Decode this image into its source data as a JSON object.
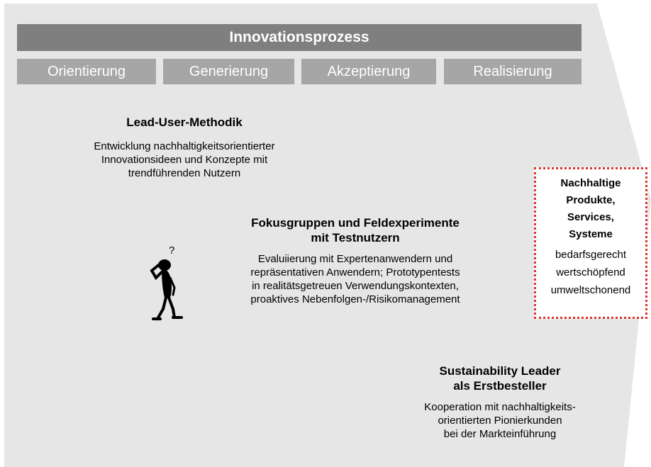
{
  "header": {
    "title": "Innovationsprozess"
  },
  "phases": [
    {
      "label": "Orientierung"
    },
    {
      "label": "Generierung"
    },
    {
      "label": "Akzeptierung"
    },
    {
      "label": "Realisierung"
    }
  ],
  "blocks": {
    "lead_user": {
      "title": "Lead-User-Methodik",
      "lines": [
        "Entwicklung nachhaltigkeitsorientierter",
        "Innovationsideen und Konzepte mit",
        "trendführenden Nutzern"
      ]
    },
    "focus_groups": {
      "title_lines": [
        "Fokusgruppen und Feldexperimente",
        "mit Testnutzern"
      ],
      "lines": [
        "Evaluiierung mit Expertenanwendern und",
        "repräsentativen Anwendern; Prototypentests",
        "in realitätsgetreuen Verwendungskontexten,",
        "proaktives Nebenfolgen-/Risikomanagement"
      ]
    },
    "sustainability_leader": {
      "title_lines": [
        "Sustainability Leader",
        "als Erstbesteller"
      ],
      "lines": [
        "Kooperation mit nachhaltigkeits-",
        "orientierten Pionierkunden",
        "bei der Markteinführung"
      ]
    }
  },
  "result": {
    "title_lines": [
      "Nachhaltige",
      "Produkte,",
      "Services,",
      "Systeme"
    ],
    "attributes": [
      "bedarfsgerecht",
      "wertschöpfend",
      "umweltschonend"
    ]
  },
  "figure": {
    "mark": "?"
  },
  "colors": {
    "chevron": "#e6e6e6",
    "header_bar": "#7f7f7f",
    "phase_bar": "#a6a6a6",
    "result_border": "#d9342b"
  }
}
